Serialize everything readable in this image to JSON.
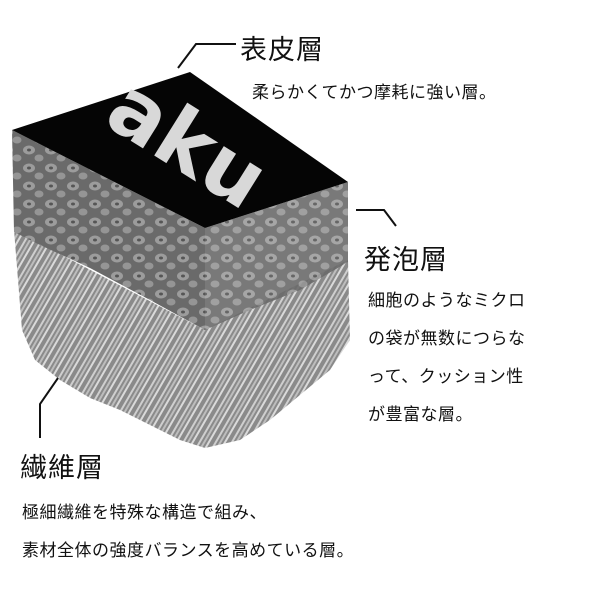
{
  "layers": {
    "skin": {
      "title": "表皮層",
      "description": "柔らかくてかつ摩耗に強い層。"
    },
    "foam": {
      "title": "発泡層",
      "description_lines": [
        "細胞のようなミクロ",
        "の袋が無数につらな",
        "って、クッション性",
        "が豊富な層。"
      ]
    },
    "fiber": {
      "title": "繊維層",
      "description_lines": [
        "極細繊維を特殊な構造で組み、",
        "素材全体の強度バランスを高めている層。"
      ]
    }
  },
  "logo_text": "aku",
  "colors": {
    "top": "#050505",
    "foam": "#6e6e6e",
    "fiber": "#9a9a9a",
    "logo": "#d8d8d8"
  }
}
